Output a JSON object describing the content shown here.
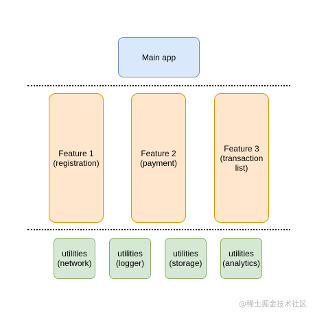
{
  "colors": {
    "main_fill": "#dae8fc",
    "main_stroke": "#6c8ebf",
    "feature_fill": "#ffe6cc",
    "feature_stroke": "#d79b00",
    "utility_fill": "#d5e8d4",
    "utility_stroke": "#82b366"
  },
  "main_app": {
    "label": "Main app"
  },
  "features": [
    {
      "label": "Feature 1\n(registration)"
    },
    {
      "label": "Feature 2\n(payment)"
    },
    {
      "label": "Feature 3\n(transaction\nlist)"
    }
  ],
  "utilities": [
    {
      "label": "utilities\n(network)"
    },
    {
      "label": "utilities\n(logger)"
    },
    {
      "label": "utilities\n(storage)"
    },
    {
      "label": "utilities\n(analytics)"
    }
  ],
  "watermark": "@稀土掘金技术社区"
}
